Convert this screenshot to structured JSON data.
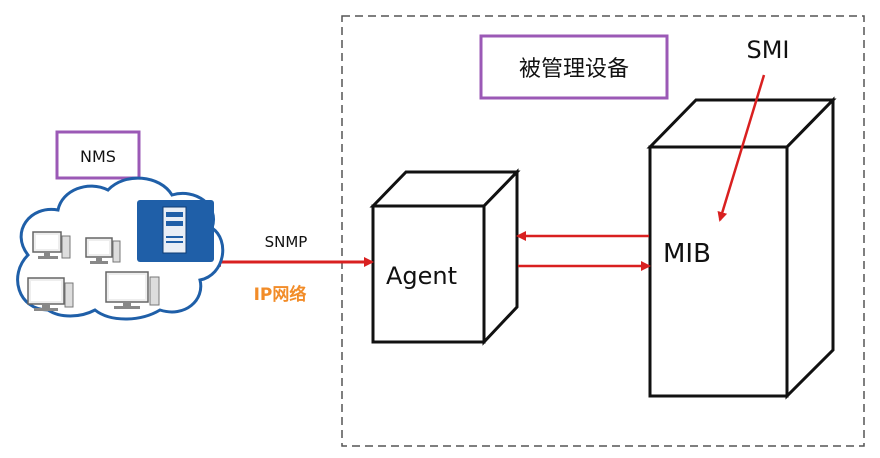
{
  "labels": {
    "nms": "NMS",
    "managed_device": "被管理设备",
    "smi": "SMI",
    "snmp": "SNMP",
    "ip_network": "IP网络",
    "agent": "Agent",
    "mib": "MIB"
  },
  "colors": {
    "purple_box": "#9b59b6",
    "arrow_red": "#d92020",
    "network_orange": "#f28c28",
    "cloud_blue": "#1f5fa8",
    "cloud_fill": "#ffffff",
    "dashed_border": "#555555"
  },
  "icons": [
    "cloud-icon",
    "server-icon",
    "computer-icon"
  ]
}
